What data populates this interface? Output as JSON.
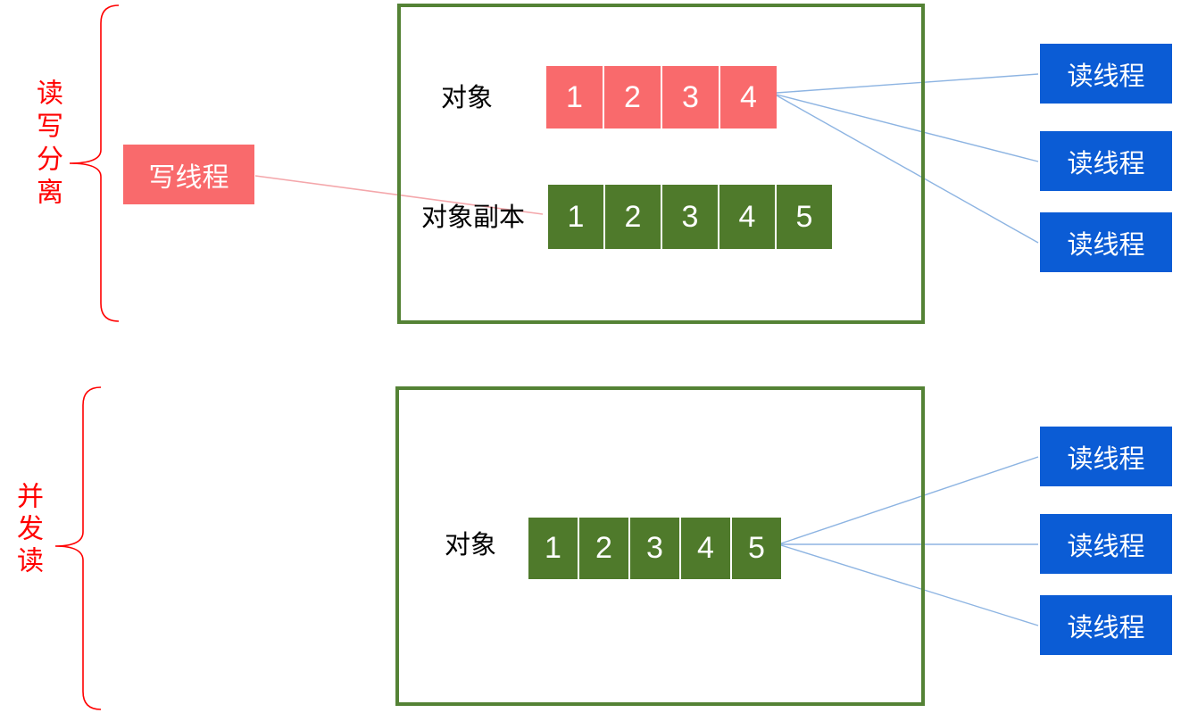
{
  "diagram_title": "CopyOnWrite read-write separation diagram",
  "colors": {
    "brace_red": "#FF0000",
    "write_thread_pink": "#F96A6C",
    "pink_connector_line": "#F4A7AB",
    "array_green": "#4F7A2B",
    "container_border_green": "#548235",
    "reader_blue": "#0B5CD5",
    "reader_line_blue": "#8DB4E2",
    "label_black": "#000000",
    "cell_text_white": "#FFFFFF"
  },
  "sections": {
    "top": {
      "brace_label": "读写分离",
      "write_thread_label": "写线程",
      "object_label": "对象",
      "object_cells": [
        "1",
        "2",
        "3",
        "4"
      ],
      "copy_label": "对象副本",
      "copy_cells": [
        "1",
        "2",
        "3",
        "4",
        "5"
      ],
      "readers": [
        {
          "label": "读线程"
        },
        {
          "label": "读线程"
        },
        {
          "label": "读线程"
        }
      ]
    },
    "bottom": {
      "brace_label": "并发读",
      "object_label": "对象",
      "object_cells": [
        "1",
        "2",
        "3",
        "4",
        "5"
      ],
      "readers": [
        {
          "label": "读线程"
        },
        {
          "label": "读线程"
        },
        {
          "label": "读线程"
        }
      ]
    }
  }
}
